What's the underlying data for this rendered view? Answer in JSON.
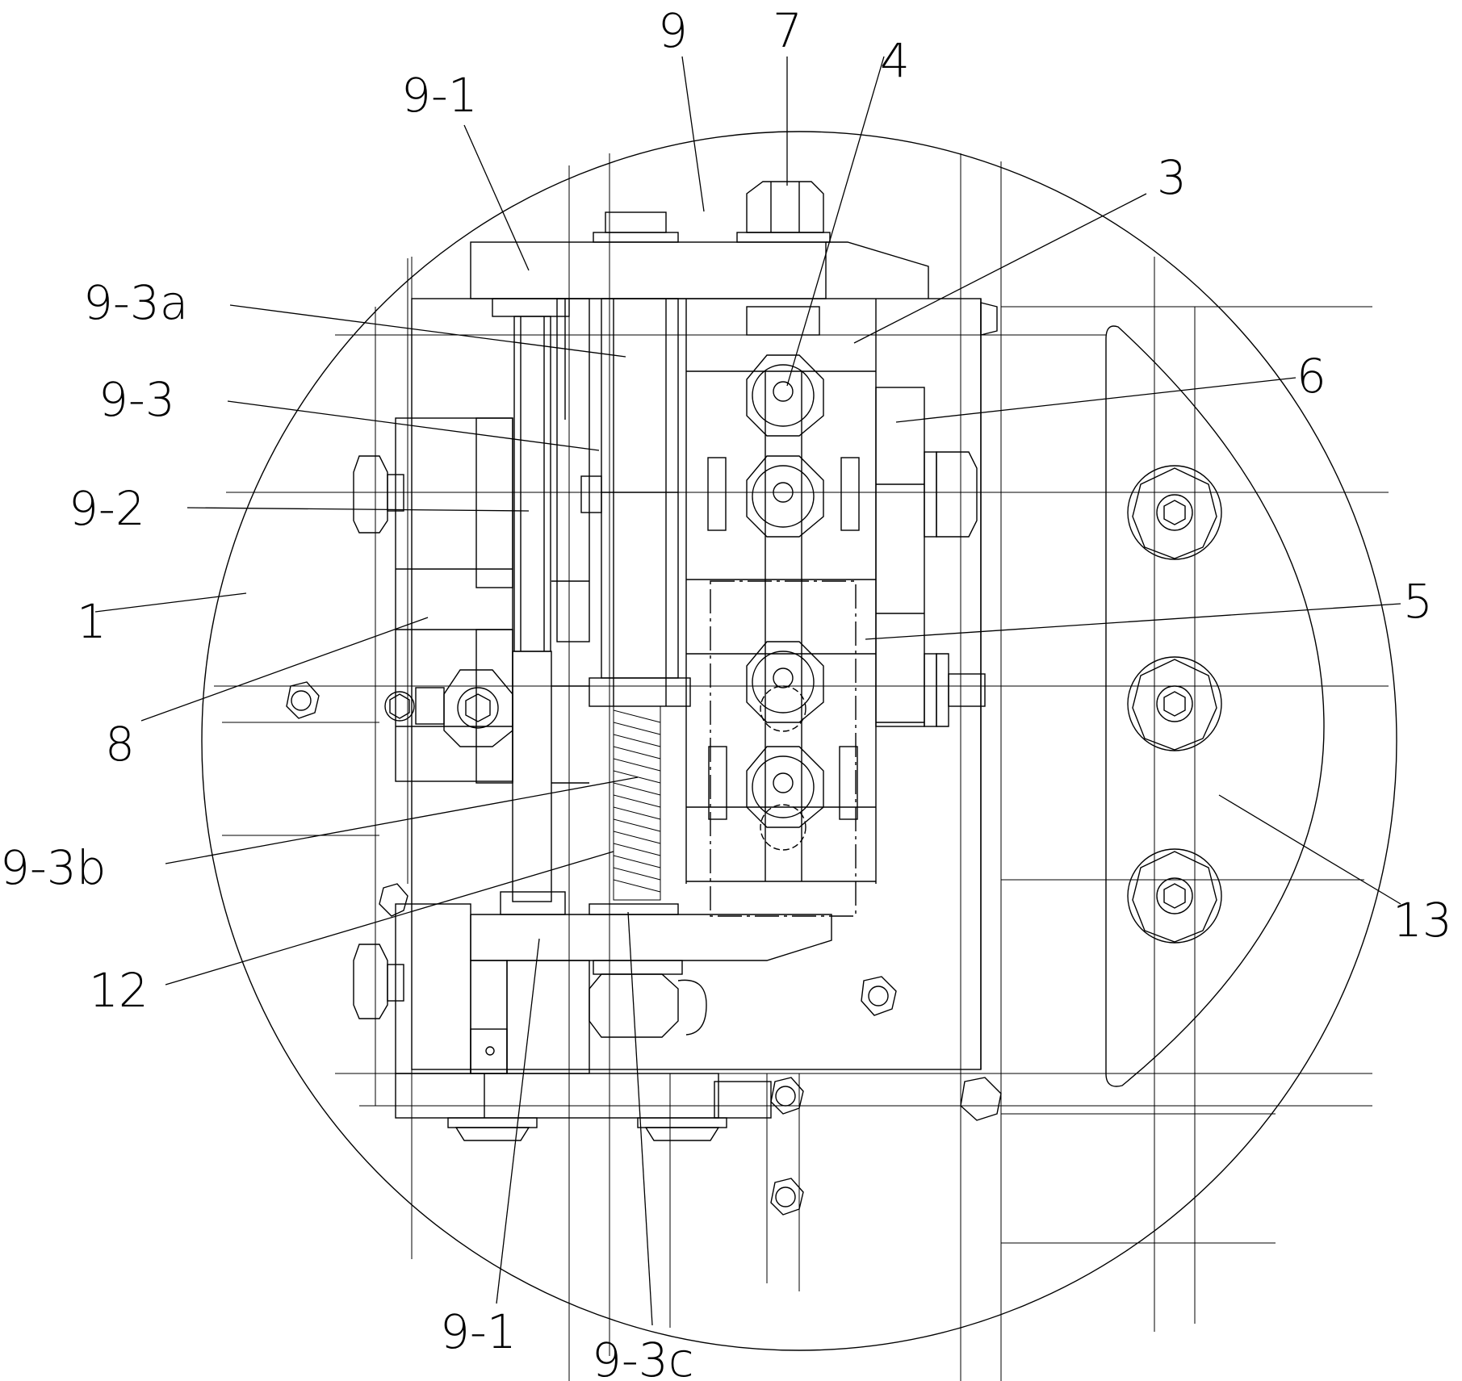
{
  "drawing": {
    "callouts": [
      {
        "id": "c-9-1-top",
        "text": "9-1"
      },
      {
        "id": "c-9",
        "text": "9"
      },
      {
        "id": "c-7",
        "text": "7"
      },
      {
        "id": "c-4",
        "text": "4"
      },
      {
        "id": "c-3",
        "text": "3"
      },
      {
        "id": "c-9-3a",
        "text": "9-3a"
      },
      {
        "id": "c-9-3",
        "text": "9-3"
      },
      {
        "id": "c-6",
        "text": "6"
      },
      {
        "id": "c-9-2",
        "text": "9-2"
      },
      {
        "id": "c-1",
        "text": "1"
      },
      {
        "id": "c-5",
        "text": "5"
      },
      {
        "id": "c-8",
        "text": "8"
      },
      {
        "id": "c-9-3b",
        "text": "9-3b"
      },
      {
        "id": "c-13",
        "text": "13"
      },
      {
        "id": "c-12",
        "text": "12"
      },
      {
        "id": "c-9-1-bottom",
        "text": "9-1"
      },
      {
        "id": "c-9-3c",
        "text": "9-3c"
      }
    ]
  }
}
